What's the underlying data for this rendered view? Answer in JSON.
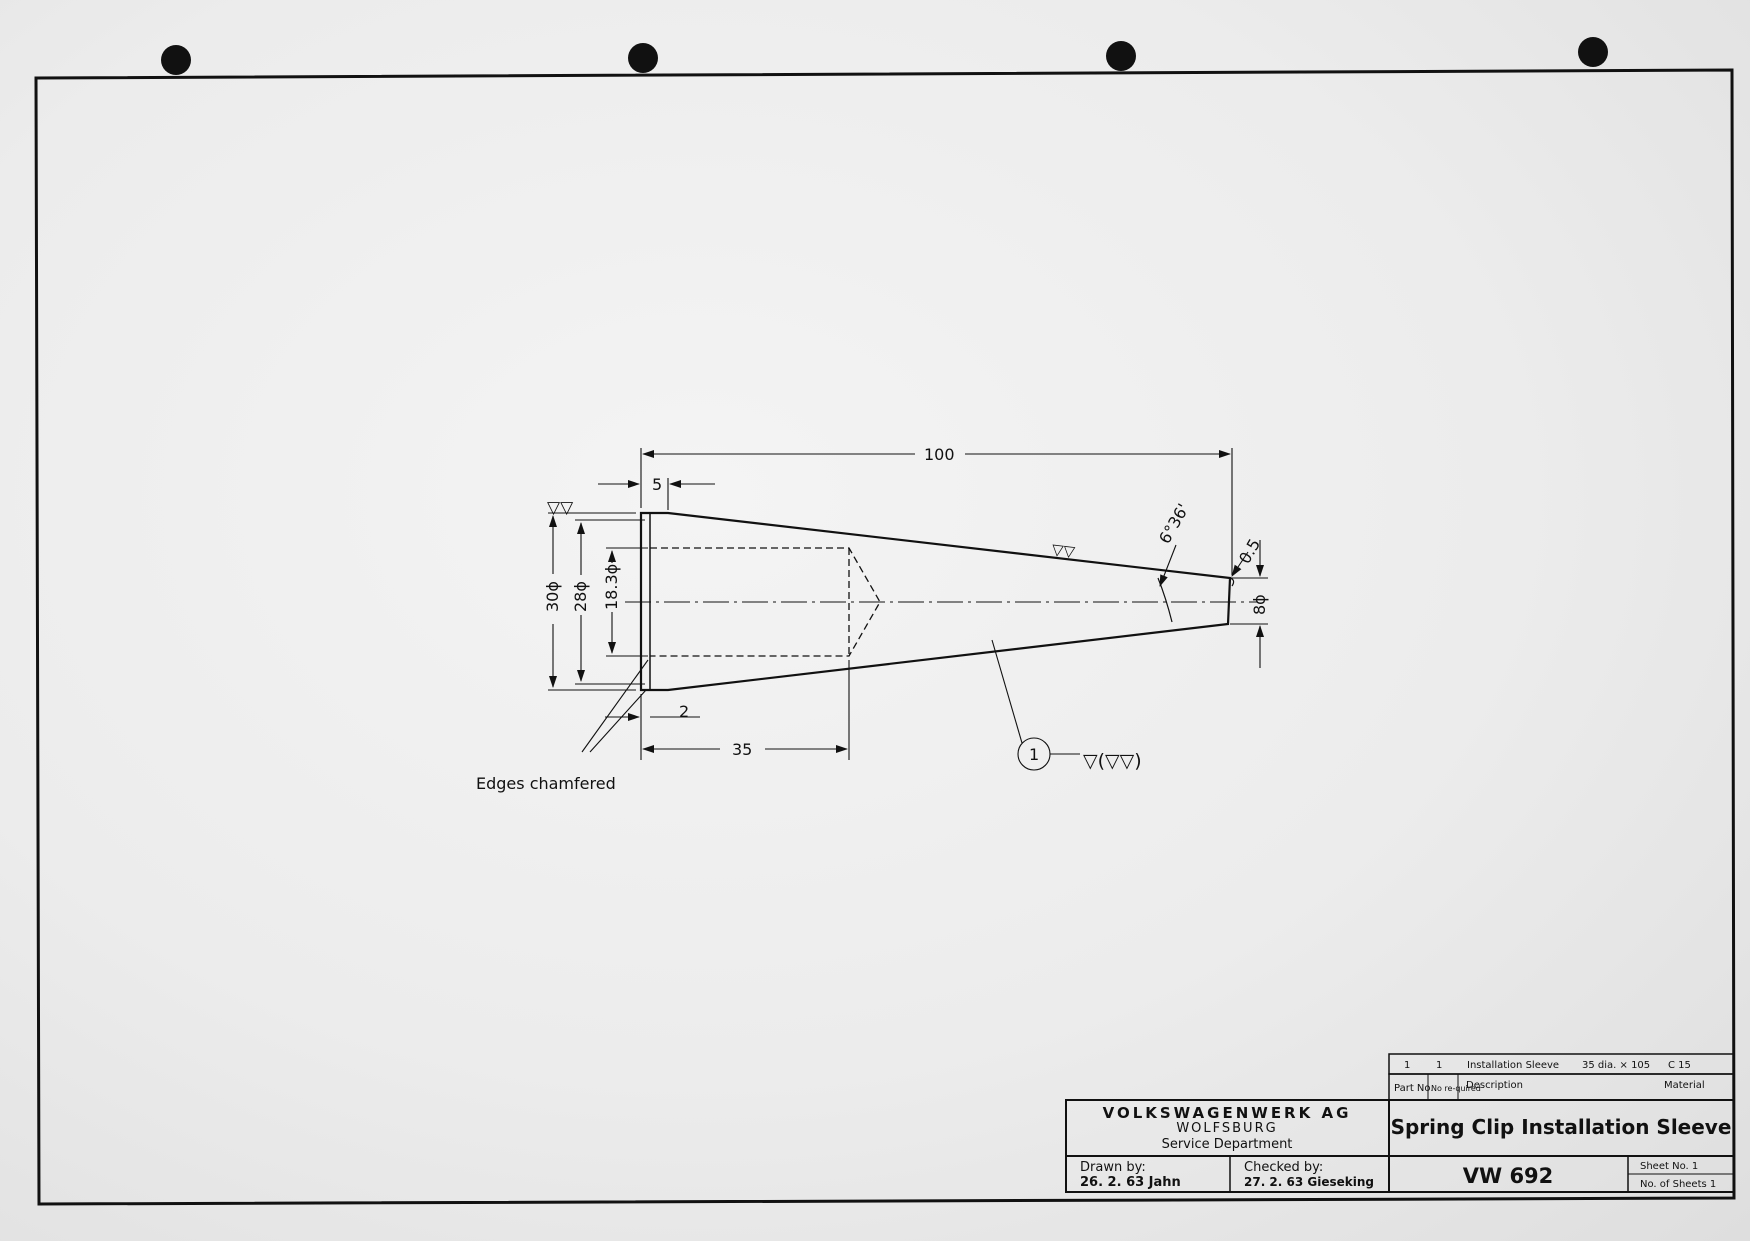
{
  "drawing": {
    "dimensions": {
      "overall_length": "100",
      "step_length": "5",
      "diameter_outer": "30ϕ",
      "diameter_step": "28ϕ",
      "diameter_bore": "18.3ϕ",
      "bore_depth": "35",
      "chamfer": "2",
      "taper_angle": "6°36'",
      "tip_radius": "0.5",
      "tip_diameter": "8ϕ"
    },
    "callouts": {
      "edges_note": "Edges chamfered",
      "item_number": "1",
      "finish_symbol": "▽(▽▽)",
      "finish_surface": "▽▽",
      "finish_left": "▽▽"
    }
  },
  "title_block": {
    "parts_row": {
      "part_no": "1",
      "qty": "1",
      "description": "Installation Sleeve",
      "size": "35 dia. × 105",
      "material": "C 15"
    },
    "headers": {
      "part_no": "Part No.",
      "required": "No re-quired",
      "description": "Description",
      "material": "Material"
    },
    "company": {
      "name": "VOLKSWAGENWERK AG",
      "city": "WOLFSBURG",
      "department": "Service Department"
    },
    "drawn_by_label": "Drawn by:",
    "drawn_by_value": "26. 2. 63 Jahn",
    "checked_by_label": "Checked by:",
    "checked_by_value": "27. 2. 63 Gieseking",
    "title": "Spring Clip Installation Sleeve",
    "drawing_number": "VW 692",
    "sheet_no_label": "Sheet No. 1",
    "sheets_total_label": "No. of Sheets 1"
  }
}
